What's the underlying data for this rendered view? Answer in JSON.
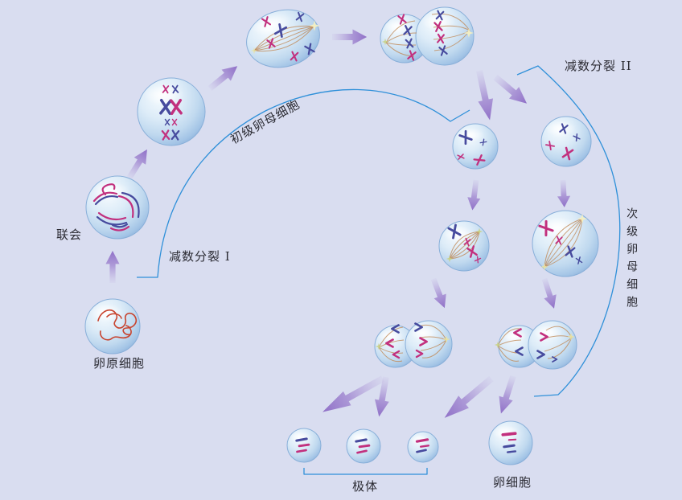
{
  "colors": {
    "background": "#d9ddf0",
    "label-text": "#2b2b33",
    "bracket-blue": "#2f90d9",
    "arrow-purple": "#8f6fc7",
    "chr-pink": "#c2307e",
    "chr-blue": "#474b9e",
    "chromatin-red": "#c8442f",
    "spindle": "#c08a58",
    "cell-rim": "#88afd9"
  },
  "labels": {
    "synapsis": "联会",
    "meiosis_i": "减数分裂 I",
    "oogonium": "卵原细胞",
    "primary_oocyte": "初级卵母细胞",
    "meiosis_ii": "减数分裂 II",
    "secondary_oocyte": "次级卵母细胞",
    "polar_body": "极体",
    "egg_cell": "卵细胞"
  },
  "cell_names": [
    "oogonium",
    "synapsis",
    "tetrad",
    "metaphase-i",
    "anaphase-i",
    "secondary-oocyte-left",
    "secondary-oocyte-right",
    "metaphase-ii-left",
    "metaphase-ii-right",
    "anaphase-ii-left",
    "anaphase-ii-right",
    "polar-body-1",
    "polar-body-2",
    "polar-body-3",
    "egg-cell"
  ]
}
